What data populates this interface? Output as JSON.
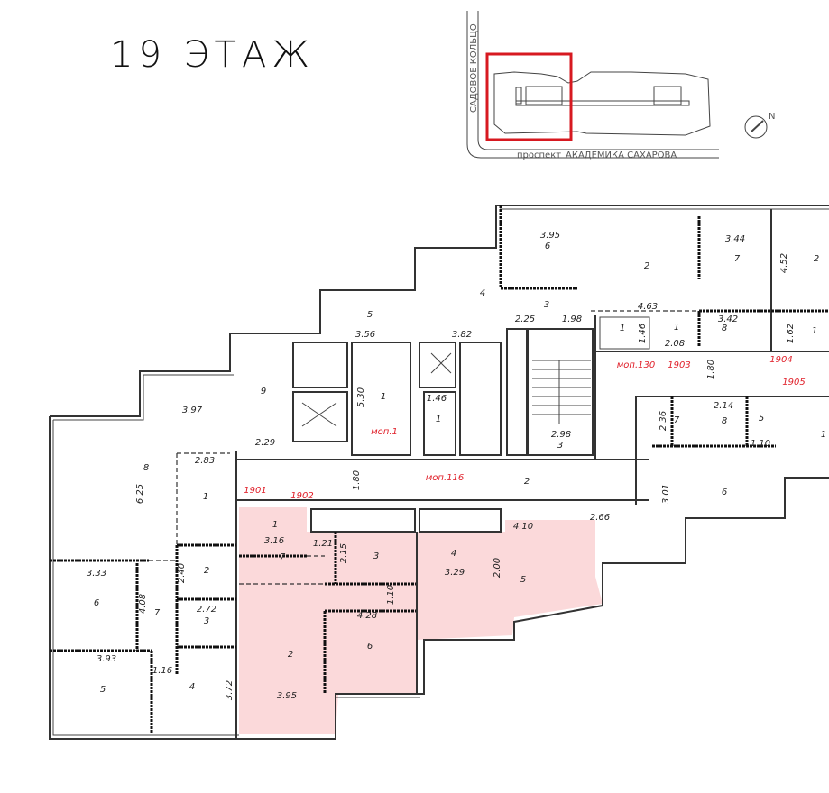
{
  "title": "19 ЭТАЖ",
  "keyplan": {
    "street_vertical": "САДОВОЕ КОЛЬЦО",
    "street_prefix": "проспект",
    "street_horizontal": "АКАДЕМИКА САХАРОВА",
    "compass_label": "N",
    "highlight_color": "#d71920"
  },
  "colors": {
    "highlighted_unit_fill": "#fbd9da",
    "unit_label": "#e0202a"
  },
  "highlighted_unit": "1902",
  "labels": [
    "3.95",
    "6",
    "2",
    "3.44",
    "7",
    "4.52",
    "2",
    "4",
    "3",
    "5",
    "3.56",
    "3.82",
    "2.25",
    "1.98",
    "4.63",
    "1",
    "1.46",
    "1",
    "3.42",
    "8",
    "2.08",
    "1.62",
    "1",
    "9",
    "3.97",
    "5.30",
    "1",
    "1.46",
    "1",
    "2.98",
    "3",
    "2.29",
    "1.80",
    "2.14",
    "8",
    "5",
    "7",
    "2.36",
    "1.10",
    "1",
    "8",
    "2.83",
    "6.25",
    "1",
    "1.80",
    "2",
    "3.01",
    "6",
    "2.66",
    "4.10",
    "1",
    "3.16",
    "1.21",
    "7",
    "2.15",
    "3",
    "4",
    "3.29",
    "2.00",
    "5",
    "2",
    "3.33",
    "2.40",
    "6",
    "4.08",
    "7",
    "2.72",
    "3",
    "1.10",
    "4.28",
    "6",
    "2",
    "3.93",
    "1.16",
    "5",
    "4",
    "3.72",
    "3.95"
  ],
  "unit_labels": [
    "1901",
    "1902",
    "моп.1",
    "моп.116",
    "моп.130",
    "1903",
    "1904",
    "1905"
  ]
}
